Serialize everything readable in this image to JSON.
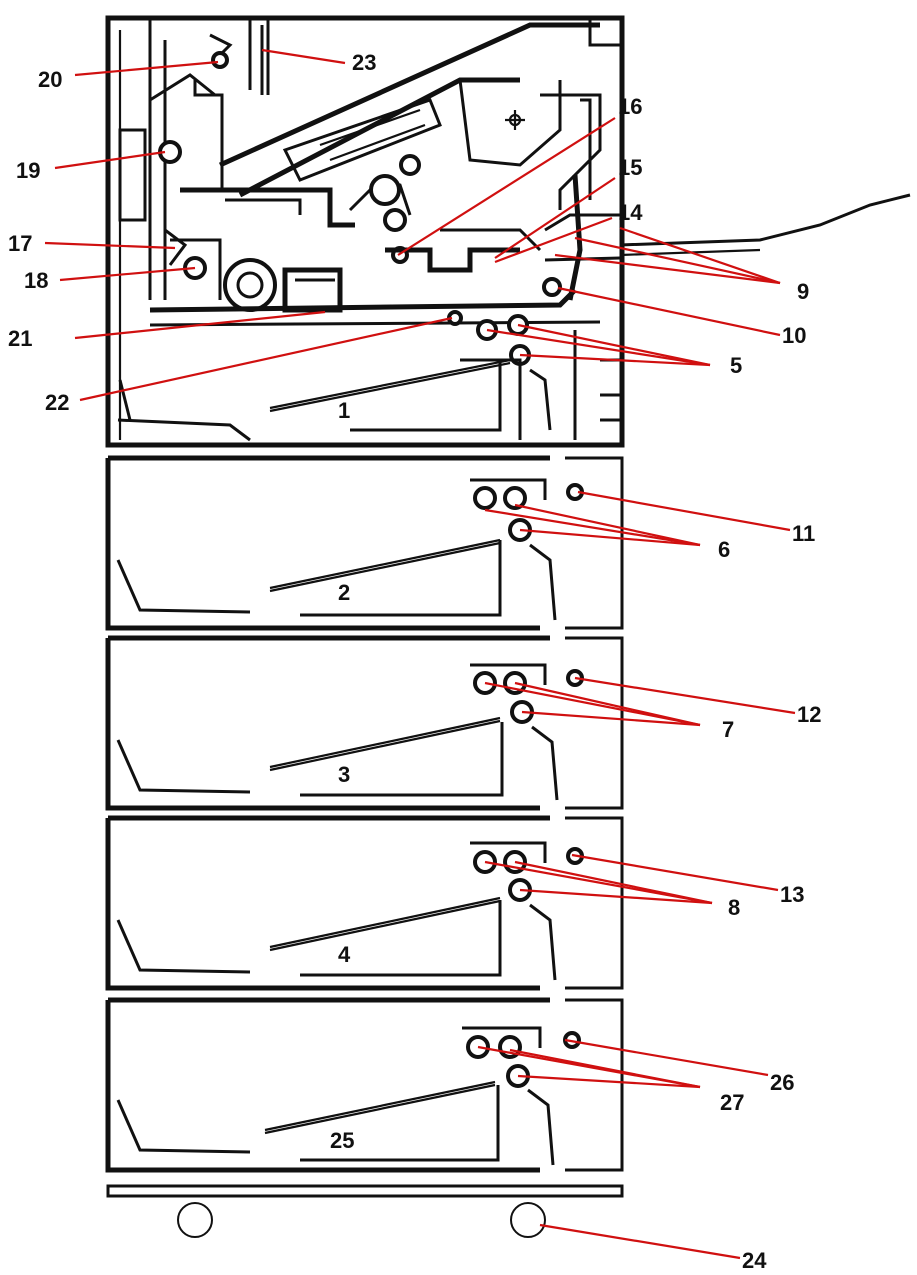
{
  "callouts": [
    {
      "id": "c20",
      "text": "20"
    },
    {
      "id": "c23",
      "text": "23"
    },
    {
      "id": "c19",
      "text": "19"
    },
    {
      "id": "c16",
      "text": "16"
    },
    {
      "id": "c15",
      "text": "15"
    },
    {
      "id": "c14",
      "text": "14"
    },
    {
      "id": "c17",
      "text": "17"
    },
    {
      "id": "c18",
      "text": "18"
    },
    {
      "id": "c9",
      "text": "9"
    },
    {
      "id": "c10",
      "text": "10"
    },
    {
      "id": "c21",
      "text": "21"
    },
    {
      "id": "c5",
      "text": "5"
    },
    {
      "id": "c22",
      "text": "22"
    },
    {
      "id": "c11",
      "text": "11"
    },
    {
      "id": "c6",
      "text": "6"
    },
    {
      "id": "c12",
      "text": "12"
    },
    {
      "id": "c7",
      "text": "7"
    },
    {
      "id": "c13",
      "text": "13"
    },
    {
      "id": "c8",
      "text": "8"
    },
    {
      "id": "c26",
      "text": "26"
    },
    {
      "id": "c27",
      "text": "27"
    },
    {
      "id": "c24",
      "text": "24"
    }
  ],
  "trays": [
    {
      "id": "t1",
      "text": "1"
    },
    {
      "id": "t2",
      "text": "2"
    },
    {
      "id": "t3",
      "text": "3"
    },
    {
      "id": "t4",
      "text": "4"
    },
    {
      "id": "t25",
      "text": "25"
    }
  ],
  "colors": {
    "leader": "#d01010",
    "line": "#111111",
    "background": "#ffffff"
  }
}
